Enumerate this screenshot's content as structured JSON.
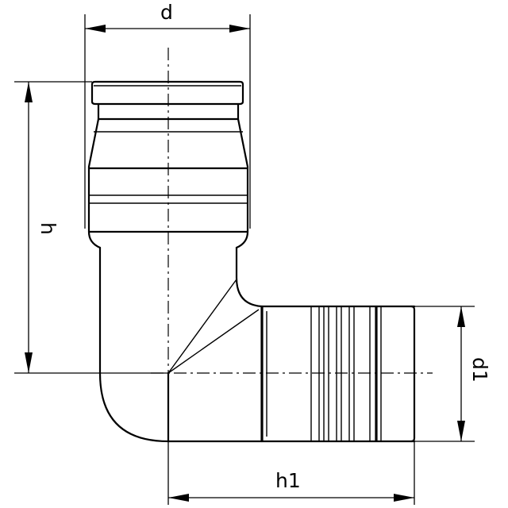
{
  "dimensions": {
    "d": "d",
    "h": "h",
    "h1": "h1",
    "d1": "d1"
  }
}
